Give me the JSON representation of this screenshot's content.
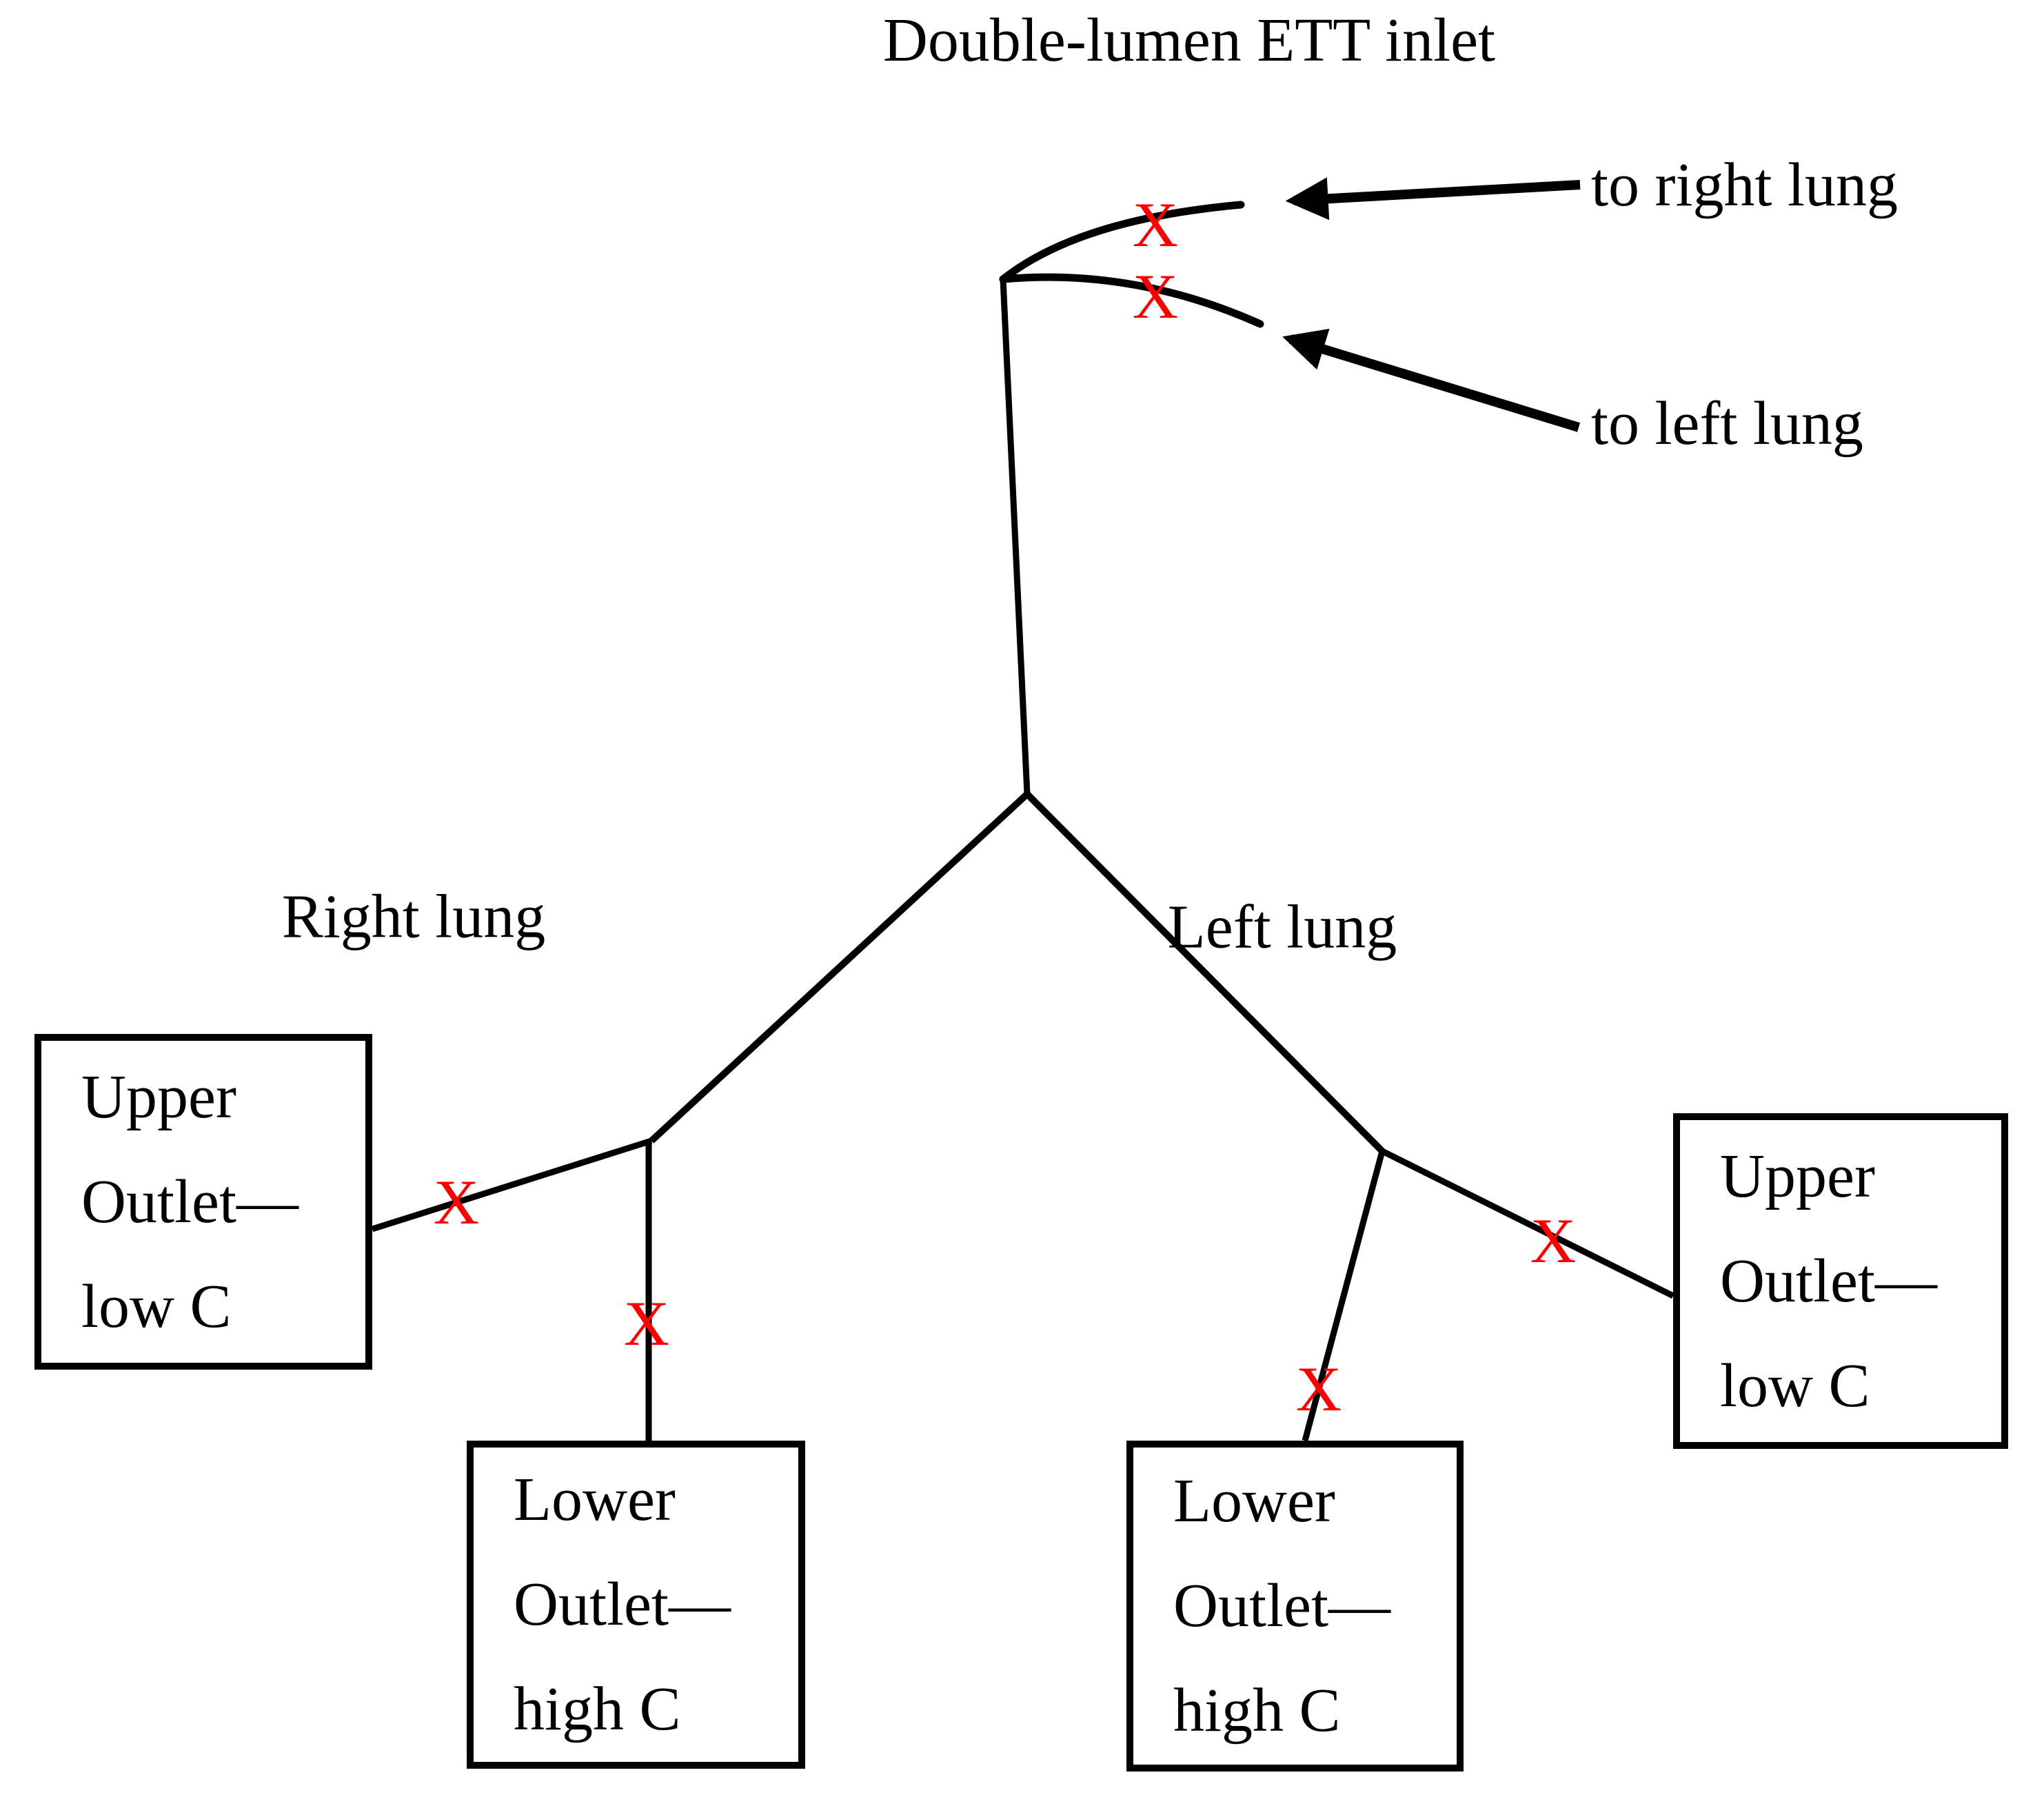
{
  "title": "Double-lumen ETT inlet",
  "colors": {
    "ink": "#000000",
    "mark": "#ff0000",
    "background": "#ffffff"
  },
  "annotations": {
    "to_right_lung": "to right lung",
    "to_left_lung": "to left lung",
    "right_lung": "Right lung",
    "left_lung": "Left lung"
  },
  "boxes": {
    "right_lung_upper": {
      "lines": [
        "Upper",
        "Outlet—",
        "low C"
      ]
    },
    "right_lung_lower": {
      "lines": [
        "Lower",
        "Outlet—",
        "high C"
      ]
    },
    "left_lung_lower": {
      "lines": [
        "Lower",
        "Outlet—",
        "high C"
      ]
    },
    "left_lung_upper": {
      "lines": [
        "Upper",
        "Outlet—",
        "low C"
      ]
    }
  },
  "marks": [
    {
      "location": "right-lumen",
      "label": "X"
    },
    {
      "location": "left-lumen",
      "label": "X"
    },
    {
      "location": "right-upper-outlet",
      "label": "X"
    },
    {
      "location": "right-lower-outlet",
      "label": "X"
    },
    {
      "location": "left-upper-outlet",
      "label": "X"
    },
    {
      "location": "left-lower-outlet",
      "label": "X"
    }
  ]
}
